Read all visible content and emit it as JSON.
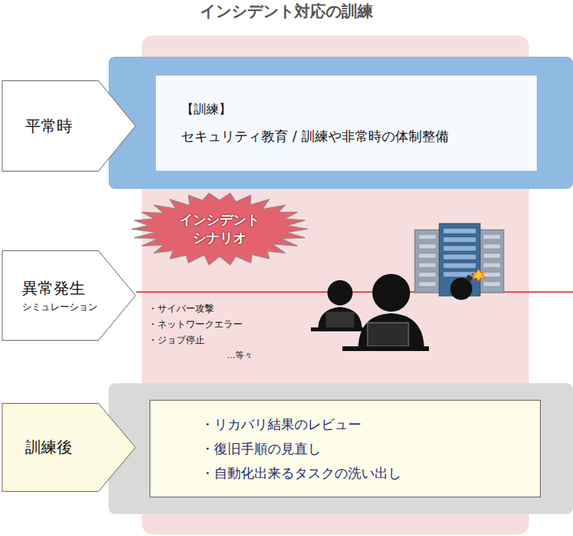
{
  "diagram": {
    "title": "インシデント対応の訓練",
    "nodes": [
      {
        "text": [
          "平常時"
        ]
      },
      {
        "text": [
          "【訓練】",
          "セキュリティ教育 / 訓練や非常時の体制整備"
        ]
      },
      {
        "text": [
          "インシデント シナリオ"
        ]
      },
      {
        "text": [
          "異常発生",
          "シミュレーション"
        ]
      },
      {
        "text": [
          "訓練後"
        ]
      },
      {
        "text": [
          "・リカバリ結果のレビュー",
          "・復旧手順の見直し",
          "・自動化出来るタスクの洗い出し"
        ]
      }
    ],
    "labels": [
      "・サイバー攻撃",
      "・ネットワークエラー",
      "・ジョブ停止",
      "…等々"
    ]
  }
}
